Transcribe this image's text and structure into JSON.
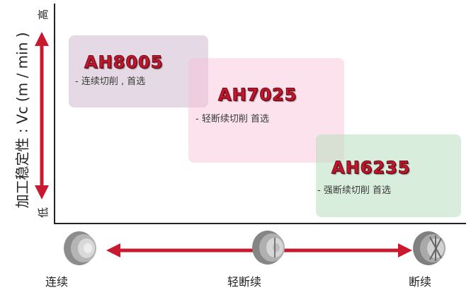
{
  "y_axis": {
    "label": "加工稳定性 : Vc (m / min )",
    "high_label": "高",
    "low_label": "低"
  },
  "x_axis": {
    "labels": [
      "连续",
      "轻断续",
      "断续"
    ]
  },
  "grades": [
    {
      "name": "AH8005",
      "description": "- 连续切削 , 首选",
      "box_color": "#e8dbe6"
    },
    {
      "name": "AH7025",
      "description": "- 轻断续切削 首选",
      "box_color": "#f8dbe6"
    },
    {
      "name": "AH6235",
      "description": "- 强断续切削 首选",
      "box_color": "#d9ecdd"
    }
  ],
  "colors": {
    "arrow": "#c8192f",
    "grade_text": "#c4162d",
    "axis": "#222222"
  }
}
